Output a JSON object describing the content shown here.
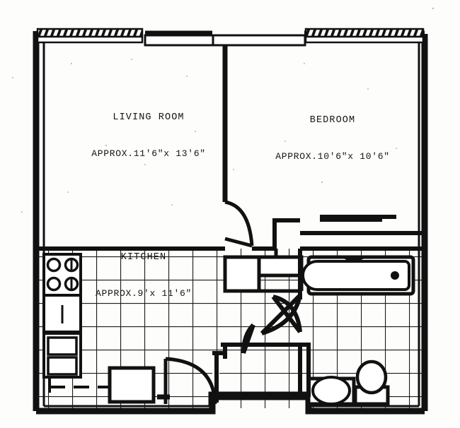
{
  "document": {
    "type": "floor-plan",
    "title": "One Bedroom Apartment Floor Plan",
    "scan_background": "#fdfdfb",
    "ink_color": "#111111"
  },
  "rooms": [
    {
      "id": "living-room",
      "name": "LIVING ROOM",
      "dimensions": "APPROX.11'6\"x 13'6\"",
      "floor": "plain"
    },
    {
      "id": "bedroom",
      "name": "BEDROOM",
      "dimensions": "APPROX.10'6\"x 10'6\"",
      "floor": "plain"
    },
    {
      "id": "kitchen",
      "name": "KITCHEN",
      "dimensions": "APPROX.9'x 11'6\"",
      "floor": "tile"
    }
  ],
  "fixtures": [
    {
      "id": "stove",
      "label": "stove-range-four-burner"
    },
    {
      "id": "counter",
      "label": "kitchen-counter"
    },
    {
      "id": "sink-double",
      "label": "kitchen-double-sink"
    },
    {
      "id": "refrigerator",
      "label": "refrigerator"
    },
    {
      "id": "bathtub",
      "label": "bathtub"
    },
    {
      "id": "toilet",
      "label": "toilet"
    },
    {
      "id": "bath-sink",
      "label": "bathroom-sink"
    },
    {
      "id": "closet-rod",
      "label": "closet-rod"
    }
  ],
  "openings": [
    {
      "id": "window-living",
      "label": "window-hatched-living-room"
    },
    {
      "id": "window-bedroom",
      "label": "window-hatched-bedroom"
    },
    {
      "id": "door-entry",
      "label": "entry-door-swing"
    },
    {
      "id": "door-bedroom",
      "label": "bedroom-door-swing"
    },
    {
      "id": "door-bath",
      "label": "bathroom-door-swing"
    },
    {
      "id": "door-closet",
      "label": "closet-door-swing"
    }
  ]
}
